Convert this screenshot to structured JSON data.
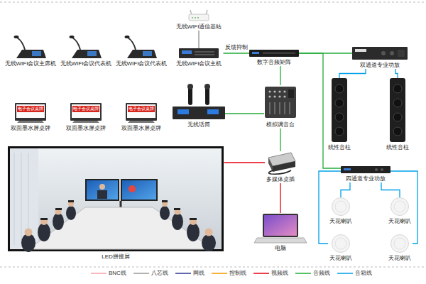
{
  "diagram": {
    "nodes": [
      {
        "text": [
          "无线WIFI通信基站"
        ]
      },
      {
        "text": [
          "无线WIFI会议主席机"
        ]
      },
      {
        "text": [
          "无线WIFI会议代表机"
        ]
      },
      {
        "text": [
          "无线WIFI会议代表机"
        ]
      },
      {
        "text": [
          "无线WIFI会议主机"
        ]
      },
      {
        "text": [
          "数字音频矩阵"
        ]
      },
      {
        "text": [
          "双通道专业功放"
        ]
      },
      {
        "text": [
          "双面墨水屏桌牌"
        ]
      },
      {
        "text": [
          "双面墨水屏桌牌"
        ]
      },
      {
        "text": [
          "双面墨水屏桌牌"
        ]
      },
      {
        "text": [
          "无线话筒"
        ]
      },
      {
        "text": [
          "模拟调音台"
        ]
      },
      {
        "text": [
          "线性音柱"
        ]
      },
      {
        "text": [
          "线性音柱"
        ]
      },
      {
        "text": [
          "多媒体桌插"
        ]
      },
      {
        "text": [
          "四通道专业功放"
        ]
      },
      {
        "text": [
          "LED拼接屏"
        ]
      },
      {
        "text": [
          "天花喇叭"
        ]
      },
      {
        "text": [
          "天花喇叭"
        ]
      },
      {
        "text": [
          "电脑"
        ]
      },
      {
        "text": [
          "天花喇叭"
        ]
      },
      {
        "text": [
          "天花喇叭"
        ]
      }
    ],
    "edges": [
      {
        "from": 0,
        "to": 4,
        "arrow": "none"
      },
      {
        "from": 4,
        "to": 5,
        "label": "反馈抑制",
        "arrow": "none"
      },
      {
        "from": 5,
        "to": 6,
        "arrow": "none"
      },
      {
        "from": 6,
        "to": 12,
        "arrow": "none"
      },
      {
        "from": 6,
        "to": 13,
        "arrow": "none"
      },
      {
        "from": 5,
        "to": 11,
        "arrow": "none"
      },
      {
        "from": 10,
        "to": 11,
        "arrow": "none"
      },
      {
        "from": 5,
        "to": 15,
        "arrow": "none"
      },
      {
        "from": 11,
        "to": 14,
        "arrow": "none"
      },
      {
        "from": 14,
        "to": 16,
        "arrow": "none"
      },
      {
        "from": 14,
        "to": 19,
        "arrow": "none"
      },
      {
        "from": 15,
        "to": 17,
        "arrow": "none"
      },
      {
        "from": 15,
        "to": 18,
        "arrow": "none"
      },
      {
        "from": 15,
        "to": 20,
        "arrow": "none"
      },
      {
        "from": 15,
        "to": 21,
        "arrow": "none"
      }
    ],
    "labels": [
      "电子会议桌牌",
      "电子会议桌牌",
      "电子会议桌牌"
    ],
    "legend": [
      {
        "text": "BNC线"
      },
      {
        "text": "八芯线"
      },
      {
        "text": "网线"
      },
      {
        "text": "控制线"
      },
      {
        "text": "视频线"
      },
      {
        "text": "音频线"
      },
      {
        "text": "音箱线"
      }
    ]
  }
}
